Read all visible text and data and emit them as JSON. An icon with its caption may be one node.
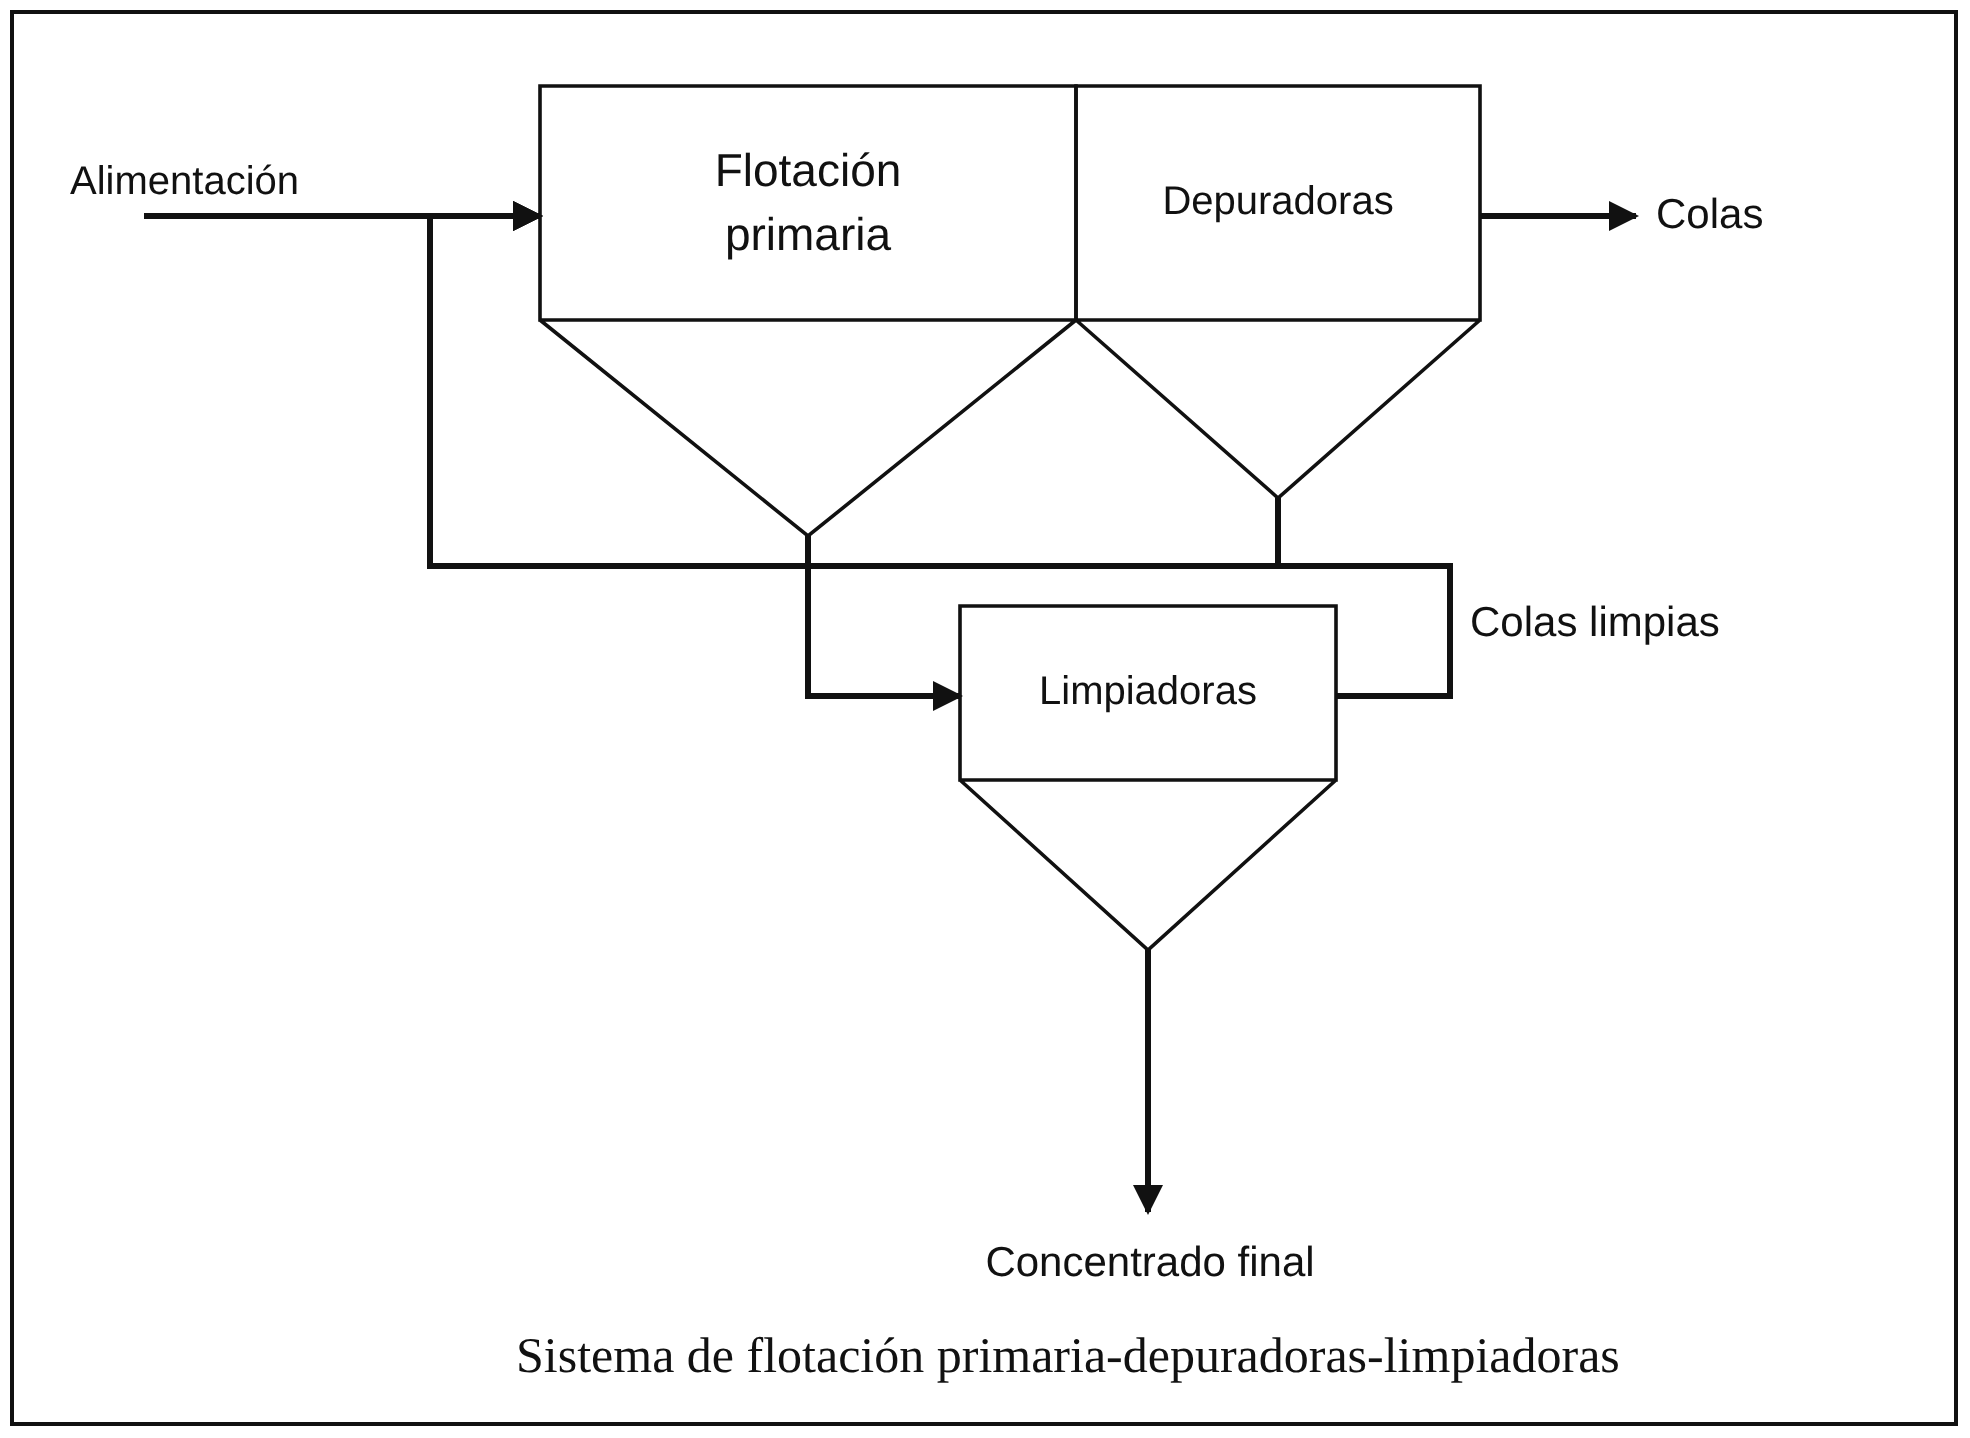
{
  "diagram": {
    "caption": "Sistema de flotación primaria-depuradoras-limpiadoras",
    "nodes": [
      {
        "text": [
          "Alimentación"
        ]
      },
      {
        "text": [
          "Flotación primaria"
        ]
      },
      {
        "text": [
          "Depuradoras"
        ]
      },
      {
        "text": [
          "Colas"
        ]
      },
      {
        "text": [
          "Limpiadoras"
        ]
      },
      {
        "text": [
          "Concentrado final"
        ]
      }
    ],
    "edges": [
      {
        "from": 0,
        "to": 1,
        "arrow": "to"
      },
      {
        "from": 2,
        "to": 3,
        "arrow": "to"
      },
      {
        "from": 1,
        "to": 4,
        "arrow": "to"
      },
      {
        "from": 4,
        "to": 1,
        "arrow": "to",
        "label": "Colas limpias"
      },
      {
        "from": 2,
        "to": 1,
        "arrow": "to"
      },
      {
        "from": 4,
        "to": 5,
        "arrow": "to"
      }
    ]
  }
}
